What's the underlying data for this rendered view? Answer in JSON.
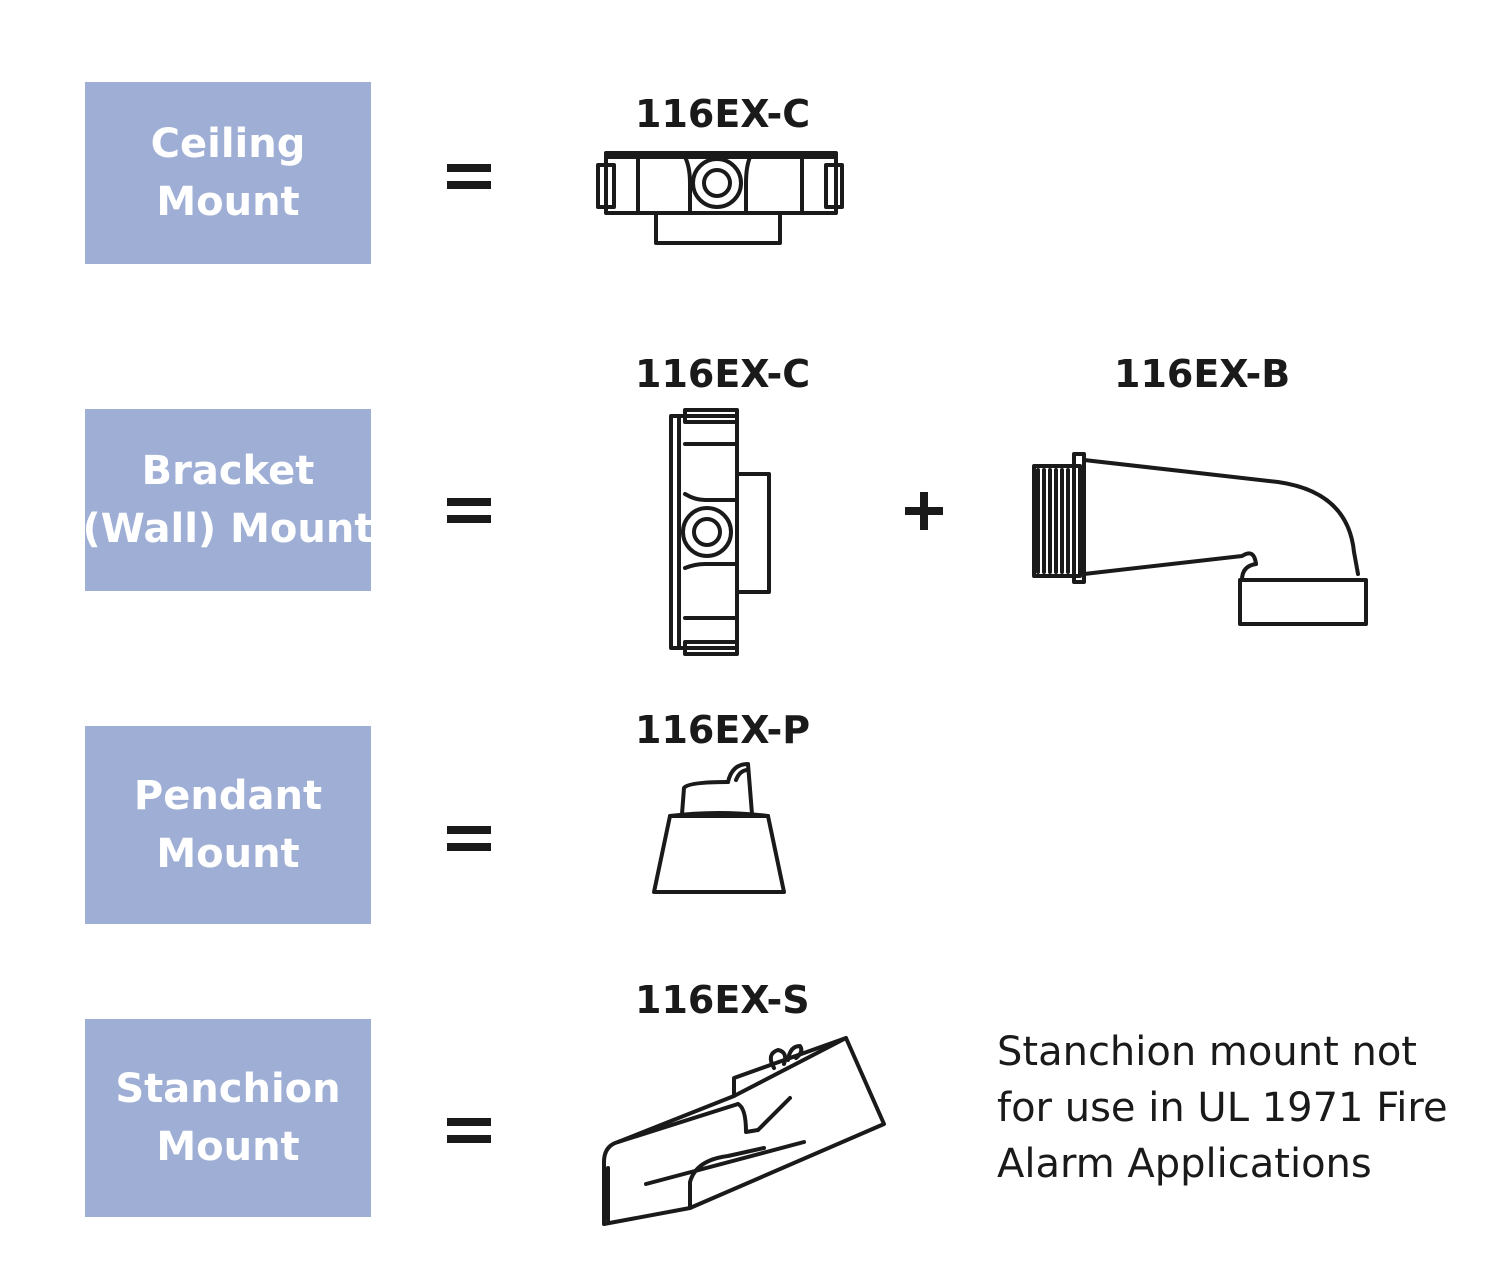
{
  "colors": {
    "label_bg": "#9eaed5",
    "label_text": "#ffffff",
    "ink": "#1a1a1a"
  },
  "rows": [
    {
      "label_line1": "Ceiling",
      "label_line2": "Mount",
      "operator": "=",
      "part1_code": "116EX-C",
      "part1_icon": "ceiling-box-icon"
    },
    {
      "label_line1": "Bracket",
      "label_line2": "(Wall) Mount",
      "operator": "=",
      "part1_code": "116EX-C",
      "part1_icon": "wall-box-icon",
      "join": "+",
      "part2_code": "116EX-B",
      "part2_icon": "bracket-arm-icon"
    },
    {
      "label_line1": "Pendant",
      "label_line2": "Mount",
      "operator": "=",
      "part1_code": "116EX-P",
      "part1_icon": "pendant-hub-icon"
    },
    {
      "label_line1": "Stanchion",
      "label_line2": "Mount",
      "operator": "=",
      "part1_code": "116EX-S",
      "part1_icon": "stanchion-adapter-icon"
    }
  ],
  "note": "Stanchion mount not for use in UL 1971 Fire Alarm Applications"
}
